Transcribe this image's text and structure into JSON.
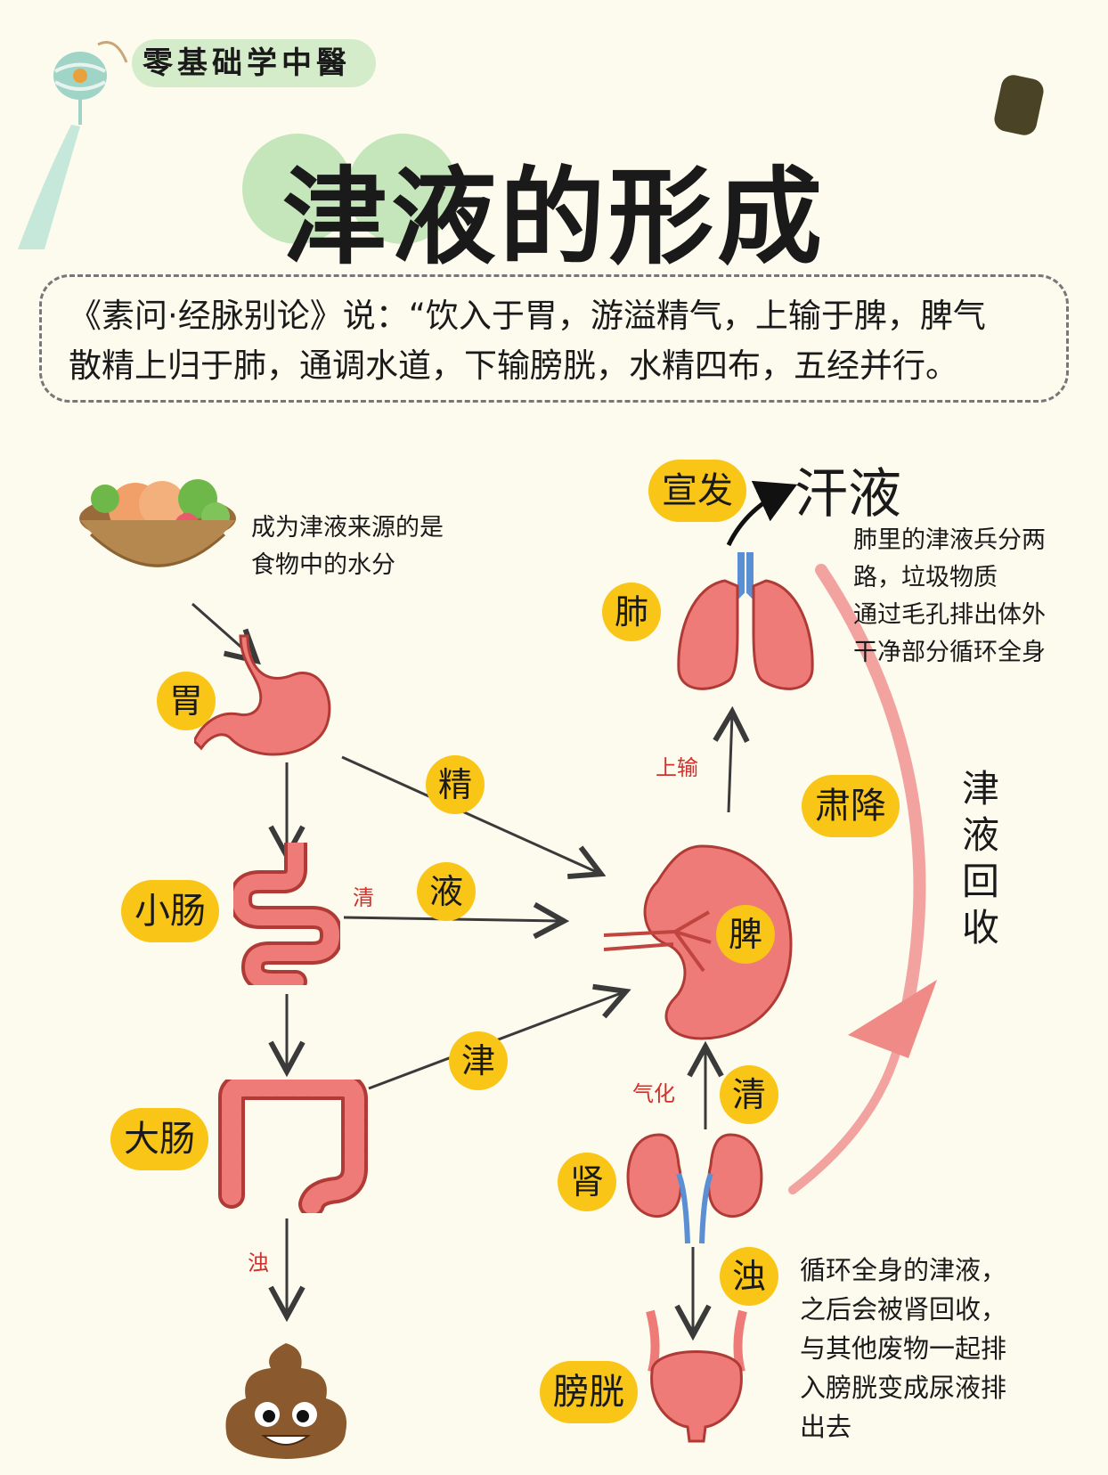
{
  "brand": "零基础学中醫",
  "title": {
    "part1": "津液",
    "part2": "的形成"
  },
  "quote": {
    "line1": "《素问·经脉别论》说：“饮入于胃，游溢精气，上输于脾，脾气",
    "line2": "散精上归于肺，通调水道，下输膀胱，水精四布，五经并行。"
  },
  "food_note": {
    "line1": "成为津液来源的是",
    "line2": "食物中的水分"
  },
  "organs": {
    "stomach": "胃",
    "small_intestine": "小肠",
    "large_intestine": "大肠",
    "spleen": "脾",
    "lung": "肺",
    "kidney": "肾",
    "bladder": "膀胱"
  },
  "flow_badges": {
    "jing": "精",
    "ye": "液",
    "jin": "津",
    "qing": "清",
    "zhuo": "浊",
    "xuanfa": "宣发",
    "sujiang": "肃降"
  },
  "flow_labels": {
    "qing": "清",
    "zhuo": "浊",
    "shangshu": "上输",
    "qihua": "气化"
  },
  "sweat": "汗液",
  "lung_note": {
    "line1": "肺里的津液兵分两",
    "line2": "路，垃圾物质",
    "line3": "通过毛孔排出体外",
    "line4": "干净部分循环全身"
  },
  "recycle": {
    "c1": "津",
    "c2": "液",
    "c3": "回",
    "c4": "收"
  },
  "kidney_note": {
    "line1": "循环全身的津液，",
    "line2": "之后会被肾回收，",
    "line3": "与其他废物一起排",
    "line4": "入膀胱变成尿液排",
    "line5": "出去"
  },
  "colors": {
    "badge": "#f9c516",
    "organ": "#ee7b77",
    "organ_outline": "#b03a36",
    "arrow": "#3a3a3a",
    "recycle_arrow": "#f2a3a0"
  }
}
